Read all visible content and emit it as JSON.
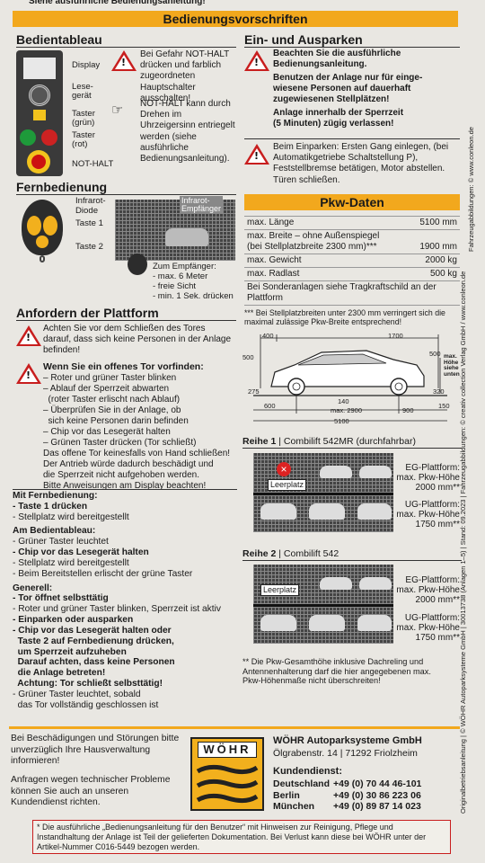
{
  "top_text": "Siehe ausführliche Bedienungsanleitung!",
  "main_title": "Bedienungsvorschriften",
  "bedientableau": {
    "title": "Bedientableau",
    "labels": [
      "Display",
      "Lese-\ngerät",
      "Taster\n(grün)",
      "Taster\n(rot)",
      "NOT-HALT"
    ],
    "warn1": "Bei Gefahr NOT-HALT drücken und farblich zugeordneten Hauptschalter ausschalten!",
    "hint1": "NOT-HALT kann durch Drehen im Uhrzeigersinn entriegelt werden (siehe ausführliche Bedienungsanleitung)."
  },
  "fernbedienung": {
    "title": "Fernbedienung",
    "labels": [
      "Infrarot-\nDiode",
      "Taste 1",
      "Taste 2"
    ],
    "receiver_label": "Infrarot-\nEmpfänger",
    "receiver_text": "Zum Empfänger:\n- max. 6 Meter\n- freie Sicht\n- min. 1 Sek. drücken"
  },
  "anfordern": {
    "title": "Anfordern der Plattform",
    "warn1": "Achten Sie vor dem Schließen des Tores darauf, dass sich keine Personen in der Anlage befinden!",
    "warn2_head": "Wenn Sie ein offenes Tor vorfinden:",
    "warn2_lines": [
      "– Roter und grüner Taster blinken",
      "– Ablauf der Sperrzeit abwarten",
      "  (roter Taster erlischt nach Ablauf)",
      "– Überprüfen Sie in der Anlage, ob",
      "  sich keine Personen darin befinden",
      "– Chip vor das Lesegerät halten",
      "– Grünen Taster drücken (Tor schließt)",
      "Das offene Tor keinesfalls von Hand schließen!",
      "Der Antrieb würde dadurch beschädigt und",
      "die Sperrzeit nicht aufgehoben werden.",
      "Bitte Anweisungen am Display beachten!"
    ]
  },
  "mit_fern": {
    "title": "Mit Fernbedienung:",
    "lines": [
      "- Taste 1 drücken",
      "- Stellplatz wird bereitgestellt"
    ]
  },
  "am_bedien": {
    "title": "Am Bedientableau:",
    "lines": [
      "- Grüner Taster leuchtet",
      "- Chip vor das Lesegerät halten",
      "- Stellplatz wird bereitgestellt",
      "- Beim Bereitstellen erlischt der grüne Taster"
    ]
  },
  "generell": {
    "title": "Generell:",
    "lines": [
      "- Tor öffnet selbsttätig",
      "- Roter und grüner Taster blinken, Sperrzeit ist aktiv",
      "- Einparken oder ausparken",
      "- Chip vor das Lesegerät halten oder",
      "  Taste 2 auf Fernbedienung drücken,",
      "  um Sperrzeit aufzuheben",
      "  Darauf achten, dass keine Personen",
      "  die Anlage betreten!",
      "  Achtung: Tor schließt selbsttätig!",
      "- Grüner Taster leuchtet, sobald",
      "  das Tor vollständig geschlossen ist"
    ]
  },
  "ein_aus": {
    "title": "Ein- und Ausparken",
    "warn_lines": [
      "Beachten Sie die ausführliche",
      "Bedienungsanleitung.",
      "Benutzen der Anlage nur für einge-",
      "wiesene Personen auf dauerhaft",
      "zugewiesenen Stellplätzen!",
      "Anlage innerhalb der Sperrzeit",
      "(5 Minuten) zügig verlassen!"
    ],
    "warn2": "Beim Einparken: Ersten Gang einlegen, (bei Automatikgetriebe Schaltstellung P), Feststellbremse betätigen, Motor abstellen. Türen schließen."
  },
  "pkw": {
    "title": "Pkw-Daten",
    "rows": [
      {
        "k": "max. Länge",
        "v": "5100 mm"
      },
      {
        "k": "max. Breite – ohne Außenspiegel\n(bei Stellplatzbreite 2300 mm)***",
        "v": "1900 mm"
      },
      {
        "k": "max. Gewicht",
        "v": "2000 kg"
      },
      {
        "k": "max. Radlast",
        "v": "500 kg"
      }
    ],
    "note1": "Bei Sonderanlagen siehe Tragkraftschild an der Plattform",
    "note2": "*** Bei Stellplatzbreiten unter 2300 mm verringert sich die maximal zulässige Pkw-Breite entsprechend!"
  },
  "dims": {
    "d400": "400",
    "d1700": "1700",
    "d500a": "500",
    "d500b": "500",
    "d275": "275",
    "d140": "140",
    "d320": "320",
    "d2900": "max. 2900",
    "d600": "600",
    "d900": "900",
    "d150": "150",
    "d5100": "5100",
    "hoehe": "max.\nHöhe\nsiehe\nunten"
  },
  "reihe1": {
    "title": "Reihe 1",
    "sub": "Combilift 542MR (durchfahrbar)",
    "leer": "Leerplatz",
    "eg": "EG-Plattform:\nmax. Pkw-Höhe\n2000 mm**",
    "ug": "UG-Plattform:\nmax. Pkw-Höhe\n1750 mm**"
  },
  "reihe2": {
    "title": "Reihe 2",
    "sub": "Combilift 542",
    "leer": "Leerplatz",
    "eg": "EG-Plattform:\nmax. Pkw-Höhe\n2000 mm**",
    "ug": "UG-Plattform:\nmax. Pkw-Höhe\n1750 mm**"
  },
  "note_hoehe": "** Die Pkw-Gesamthöhe inklusive Dachreling und Antennenhalterung darf die hier angegebenen max. Pkw-Höhenmaße nicht überschreiten!",
  "vertical_right": "Fahrzeugabbildungen: © www.conleon.de",
  "vertical_mid": "Originalbetriebsanleitung | © WÖHR Autoparksysteme GmbH | 30013738 (Anlagen 1–5) | Stand: 09.2023 | Fahrzeugabbildungen: © creativ collection Verlag GmbH / www.conleon.de",
  "footer": {
    "left1": "Bei Beschädigungen und Störungen bitte unverzüglich Ihre Hausverwaltung informieren!",
    "left2": "Anfragen wegen technischer Probleme können Sie auch an unseren Kundendienst richten.",
    "logo": "WÖHR",
    "company": "WÖHR Autoparksysteme GmbH",
    "address": "Ölgrabenstr. 14 | 71292 Friolzheim",
    "kd": "Kundendienst:",
    "phones": [
      {
        "c": "Deutschland",
        "n": "+49 (0) 70 44 46-101"
      },
      {
        "c": "Berlin",
        "n": "+49 (0) 30 86 223 06"
      },
      {
        "c": "München",
        "n": "+49 (0) 89 87 14 023"
      }
    ],
    "bottom": "* Die ausführliche „Bedienungsanleitung für den Benutzer“ mit Hinweisen zur Reinigung, Pflege und Instandhaltung der Anlage ist Teil der gelieferten Dokumentation. Bei Verlust kann diese bei WÖHR unter der Artikel-Nummer C016-5449 bezogen werden."
  }
}
